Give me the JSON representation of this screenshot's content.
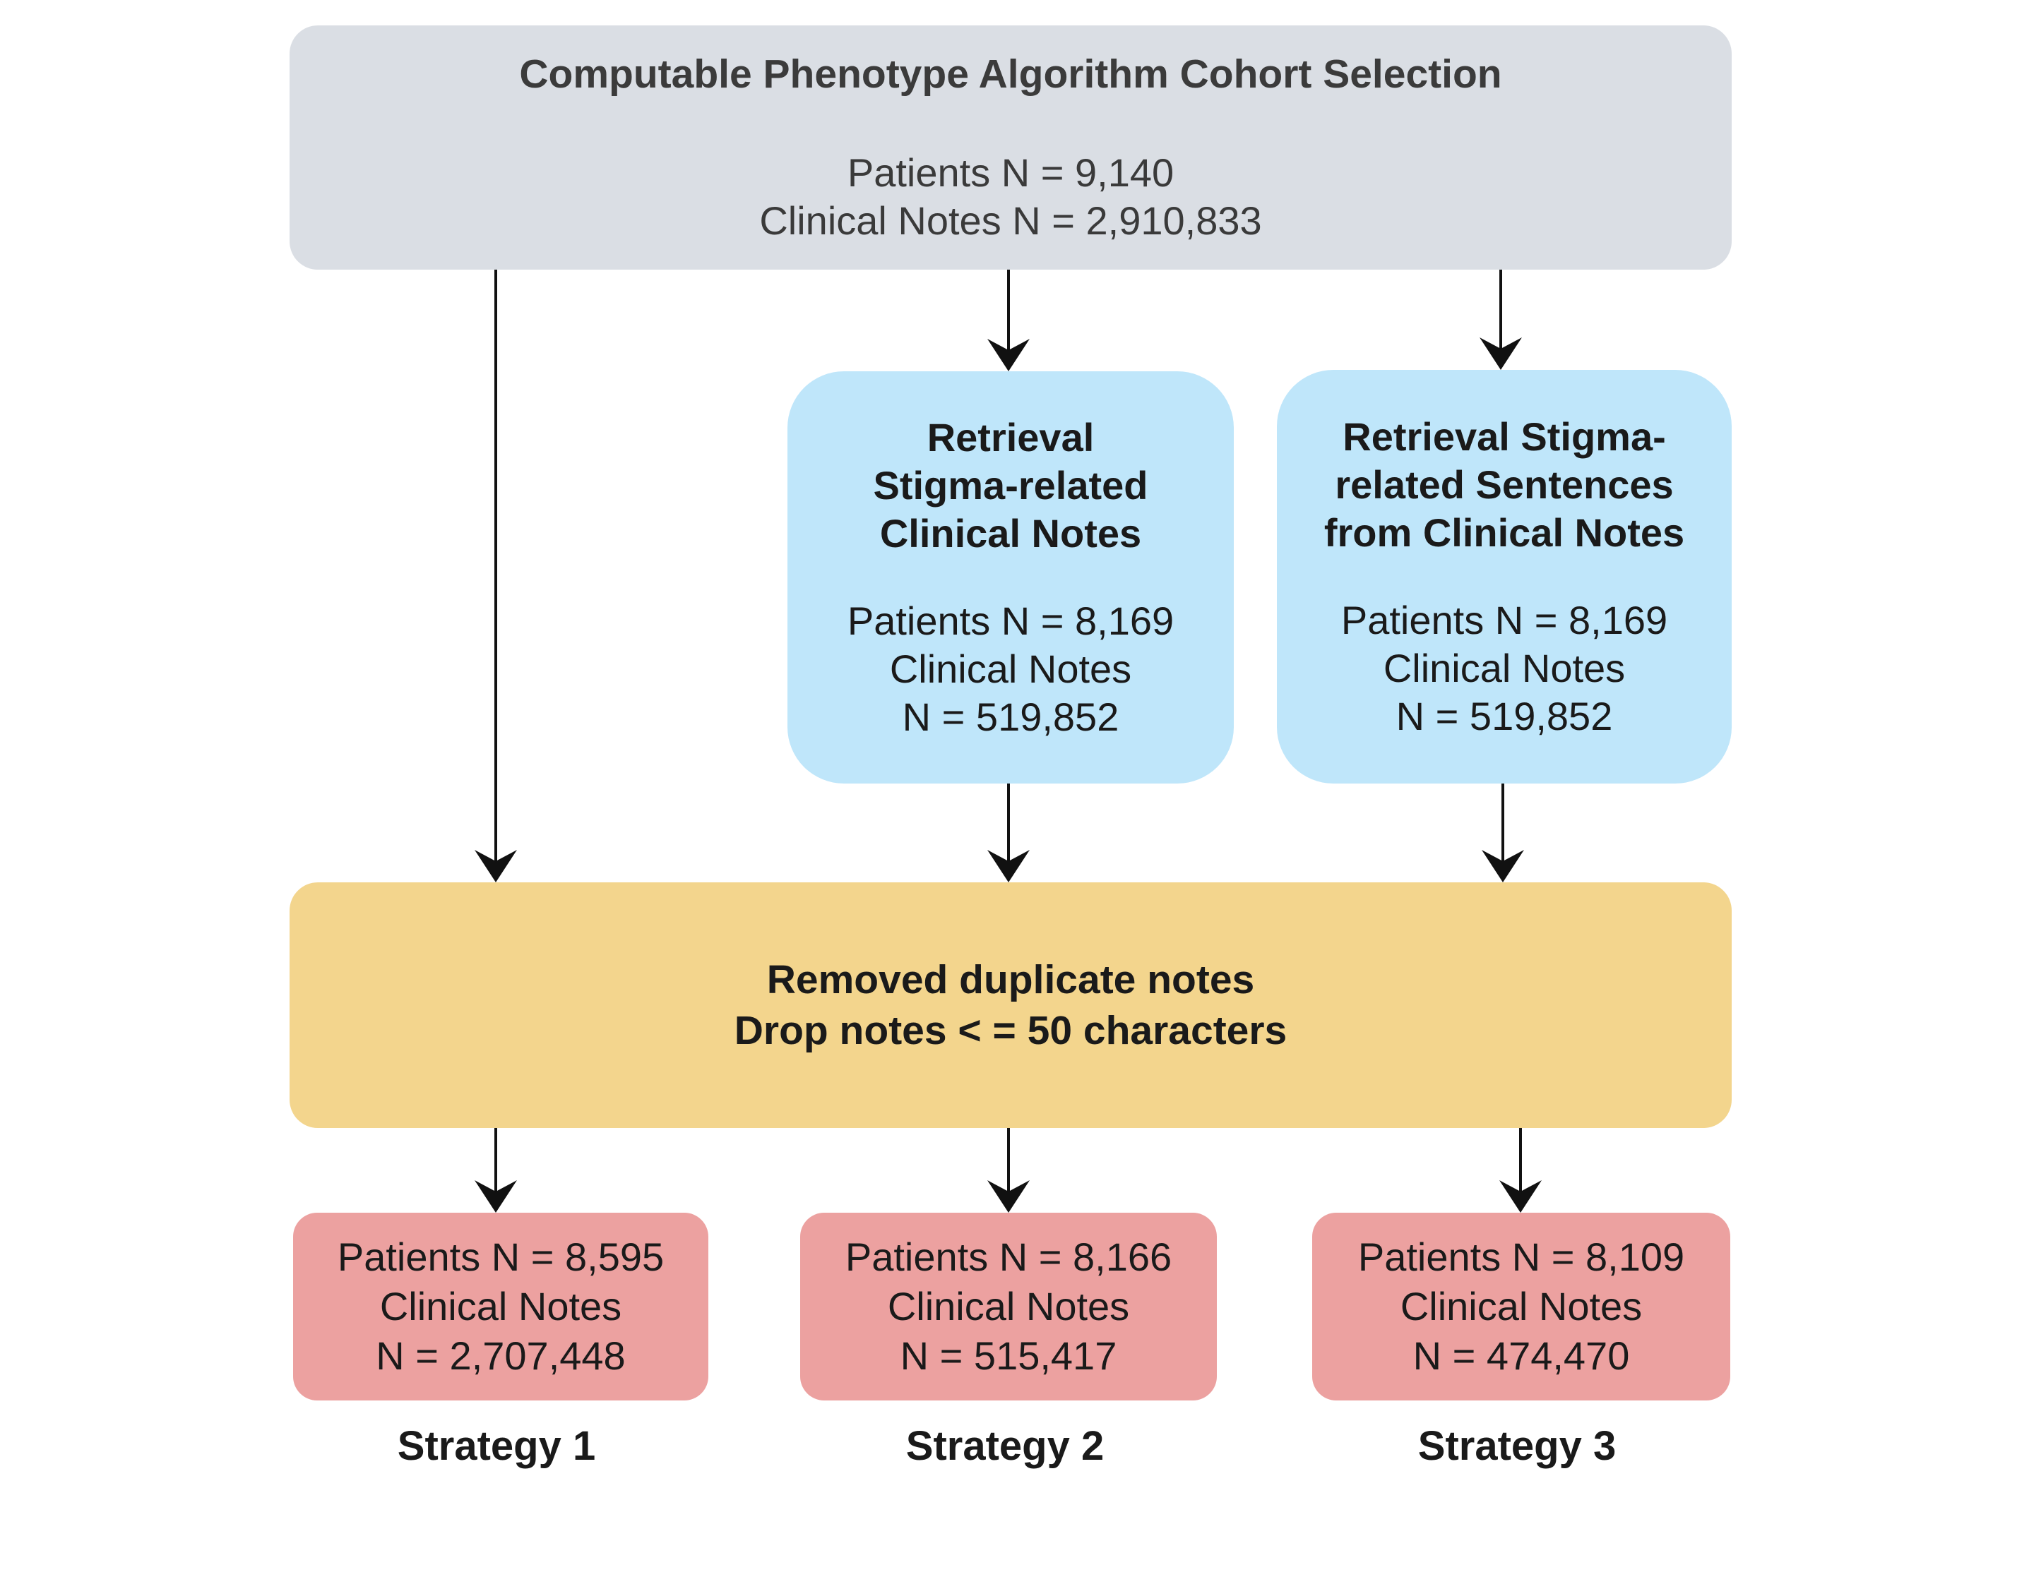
{
  "source": {
    "title": "Computable Phenotype Algorithm Cohort Selection",
    "patients": "Patients N = 9,140",
    "notes": "Clinical Notes N = 2,910,833"
  },
  "retrieval_notes": {
    "title_lines": [
      "Retrieval",
      "Stigma-related",
      "Clinical Notes"
    ],
    "stat_lines": [
      "Patients N = 8,169",
      "Clinical Notes",
      "N = 519,852"
    ]
  },
  "retrieval_sentences": {
    "title_lines": [
      "Retrieval Stigma-",
      "related Sentences",
      "from Clinical Notes"
    ],
    "stat_lines": [
      "Patients N = 8,169",
      "Clinical Notes",
      "N = 519,852"
    ]
  },
  "filter": {
    "lines": [
      "Removed duplicate notes",
      "Drop notes < = 50 characters"
    ]
  },
  "strategies": [
    {
      "label": "Strategy 1",
      "lines": [
        "Patients N = 8,595",
        "Clinical Notes",
        "N = 2,707,448"
      ]
    },
    {
      "label": "Strategy 2",
      "lines": [
        "Patients N = 8,166",
        "Clinical Notes",
        "N = 515,417"
      ]
    },
    {
      "label": "Strategy 3",
      "lines": [
        "Patients N = 8,109",
        "Clinical Notes",
        "N = 474,470"
      ]
    }
  ],
  "colors": {
    "source_fill": "#dadee4",
    "retrieval_fill": "#bfe6fa",
    "filter_fill": "#f3d58d",
    "strategy_fill": "#eca1a0",
    "arrow": "#111111"
  }
}
